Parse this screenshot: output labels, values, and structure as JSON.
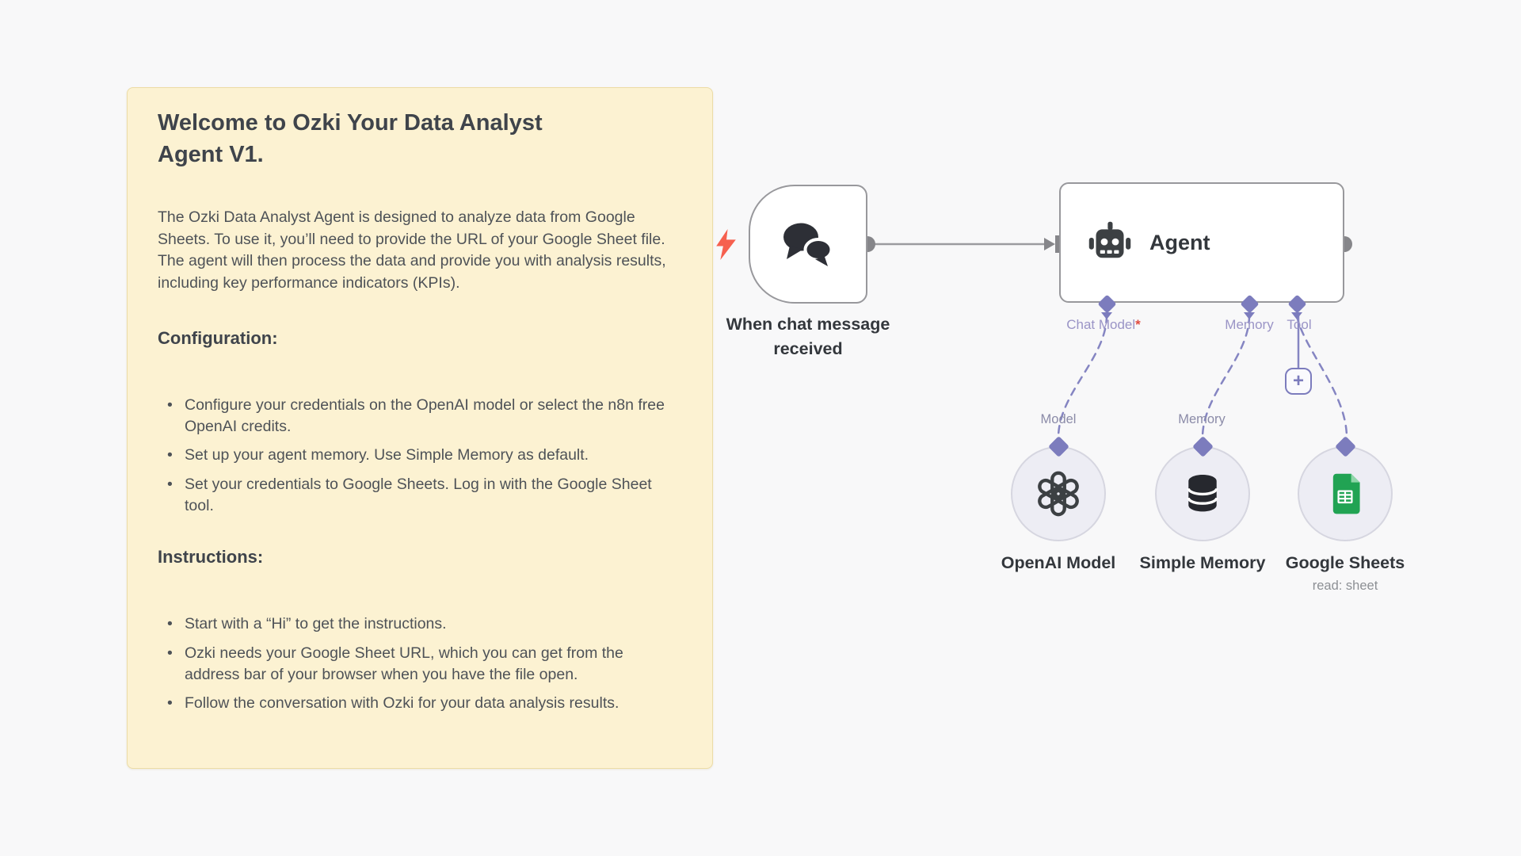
{
  "sticky_note": {
    "title": "Welcome to Ozki Your Data Analyst Agent V1.",
    "intro": "The Ozki Data Analyst Agent is designed to analyze data from Google Sheets. To use it, you’ll need to provide the URL of your Google Sheet file. The agent will then process the data and provide you with analysis results, including key performance indicators (KPIs).",
    "sections": [
      {
        "heading": "Configuration:",
        "bullets": [
          "Configure your credentials on the OpenAI model or select the n8n free OpenAI credits.",
          "Set up your agent memory. Use Simple Memory as default.",
          "Set your credentials to Google Sheets. Log in with the Google Sheet tool."
        ]
      },
      {
        "heading": "Instructions:",
        "bullets": [
          "Start with a “Hi” to get the instructions.",
          "Ozki needs your Google Sheet URL, which you can get from the address bar of your browser when you have the file open.",
          "Follow the conversation with Ozki for your data analysis results."
        ]
      }
    ]
  },
  "nodes": {
    "trigger": {
      "label": "When chat message received"
    },
    "agent": {
      "label": "Agent",
      "connectors": [
        {
          "label": "Chat Model",
          "required_marker": "*"
        },
        {
          "label": "Memory"
        },
        {
          "label": "Tool"
        }
      ]
    },
    "subnodes": [
      {
        "label": "OpenAI Model",
        "connection_label": "Model",
        "icon": "openai-logo"
      },
      {
        "label": "Simple Memory",
        "connection_label": "Memory",
        "icon": "database"
      },
      {
        "label": "Google Sheets",
        "subtitle": "read: sheet",
        "icon": "google-sheets"
      }
    ],
    "plus_button_label": "+"
  },
  "colors": {
    "canvas_background": "#f8f8f9",
    "sticky_background": "#fcf2d2",
    "sticky_border": "#ecdca6",
    "node_border": "#98989c",
    "connector_purple": "#7c7cbd",
    "endpoint_label_purple": "#9a94c6",
    "edge_gray": "#9b9b9f",
    "required_red": "#e04b3f",
    "trigger_bolt": "#f6604f",
    "sheets_green": "#21a353",
    "subnode_fill": "#ededf4"
  }
}
